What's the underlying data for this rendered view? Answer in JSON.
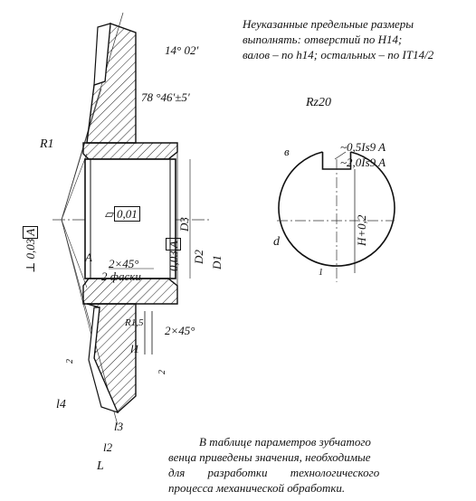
{
  "notes": {
    "top_lines": [
      "Неуказанные предельные размеры",
      "выполнять: отверстий по H14;",
      " валов – по h14; остальных – по IT14/2"
    ],
    "bottom_lines": [
      "В таблице параметров зубчатого",
      "венца приведены значения, необходимые",
      "для разработки технологического",
      "процесса механической обработки."
    ]
  },
  "dimensions": {
    "angle_outer": "14° 02′",
    "angle_cone": "78 °46′±5′",
    "radius": "R1",
    "runout": "⊥ 0,03",
    "runout_datum": "A",
    "flatness_symbol": "▱",
    "flatness_value": "0,01",
    "chamfer_1": "2×45°",
    "chamfer_1_note": "2 фаски",
    "chamfer_2": "2×45°",
    "radius_small": "R1,5",
    "bore_tolerance": "0,03",
    "bore_datum": "A",
    "d3": "D3",
    "d2": "D2",
    "d1": "D1",
    "datum_a": "A",
    "roughness": "Rz20",
    "l1": "l1",
    "l2": "l2",
    "l3": "l3",
    "l4": "l4",
    "L": "L",
    "two_a": "2",
    "two_b": "2"
  },
  "section": {
    "view_label": "в",
    "key_tol_1": "~0,5Is9  A",
    "key_tol_2": "~2,0Is9  A",
    "key_h": "H+0,2",
    "diameter": "d",
    "one": "1"
  }
}
